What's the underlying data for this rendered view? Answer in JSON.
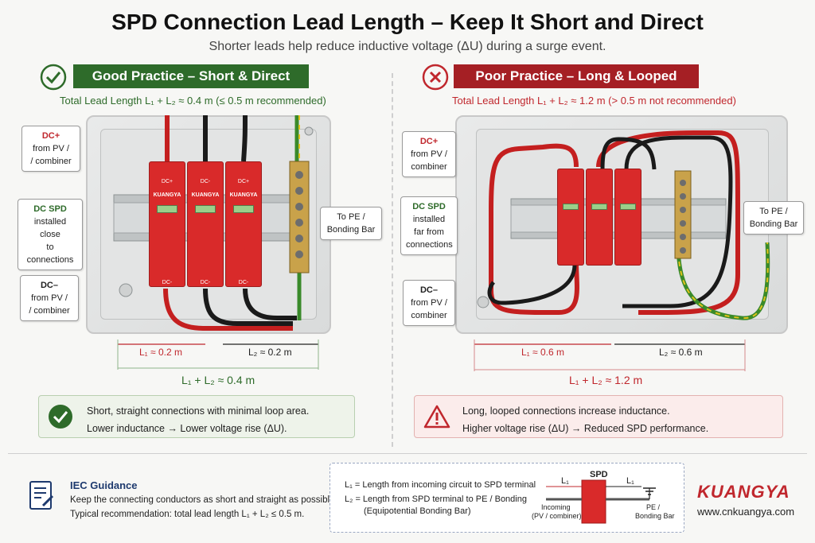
{
  "title": "SPD Connection Lead Length – Keep It Short and Direct",
  "subtitle": "Shorter leads help reduce inductive voltage (ΔU) during a surge event.",
  "colors": {
    "good": "#2e6b2a",
    "poor": "#c0272d",
    "spd": "#d92a2a"
  },
  "good": {
    "badge": "Good Practice – Short & Direct",
    "total_line": "Total Lead Length L₁ + L₂ ≈ 0.4 m (≤ 0.5 m recommended)",
    "callouts": {
      "dcplus": [
        "DC+",
        "from PV /",
        "/ combiner"
      ],
      "spd": [
        "DC SPD",
        "installed close",
        "to connections"
      ],
      "dcminus": [
        "DC–",
        "from PV /",
        "/ combiner"
      ],
      "pe": [
        "To PE /",
        "Bonding Bar"
      ]
    },
    "spd_modules": [
      {
        "brand": "KUANGYA",
        "top": "DC+",
        "bottom": "DC-"
      },
      {
        "brand": "KUANGYA",
        "top": "DC-",
        "bottom": "DC-"
      },
      {
        "brand": "KUANGYA",
        "top": "DC+",
        "bottom": "DC-"
      }
    ],
    "l1": "L₁ ≈ 0.2 m",
    "l2": "L₂ ≈ 0.2 m",
    "total": "L₁ + L₂ ≈ 0.4 m",
    "note": [
      "Short, straight connections with minimal loop area.",
      "Lower inductance → Lower voltage rise (ΔU)."
    ]
  },
  "poor": {
    "badge": "Poor Practice – Long & Looped",
    "total_line": "Total Lead Length L₁ + L₂ ≈ 1.2 m (> 0.5 m not recommended)",
    "callouts": {
      "dcplus": [
        "DC+",
        "from PV /",
        "combiner"
      ],
      "spd": [
        "DC SPD",
        "installed",
        "far from",
        "connections"
      ],
      "dcminus": [
        "DC–",
        "from PV /",
        "combiner"
      ],
      "pe": [
        "To PE /",
        "Bonding Bar"
      ]
    },
    "l1": "L₁ ≈ 0.6 m",
    "l2": "L₂ ≈ 0.6 m",
    "total": "L₁ + L₂ ≈ 1.2 m",
    "note": [
      "Long, looped connections increase inductance.",
      "Higher voltage rise (ΔU) → Reduced SPD performance."
    ]
  },
  "iec": {
    "title": "IEC Guidance",
    "line1": "Keep the connecting conductors as short and straight as possible.",
    "line2": "Typical recommendation: total lead length L₁ + L₂ ≤ 0.5 m."
  },
  "legend": {
    "l1": "L₁ = Length from incoming circuit to SPD terminal",
    "l2": "L₂ = Length from SPD terminal to PE / Bonding",
    "l2b": "(Equipotential Bonding Bar)",
    "spd": "SPD",
    "l1tag": "L₁",
    "l2tag": "L₁",
    "incoming": "Incoming",
    "incoming2": "(PV / combiner)",
    "pe": "PE /",
    "pe2": "Bonding Bar"
  },
  "brand": "KUANGYA",
  "website": "www.cnkuangya.com"
}
